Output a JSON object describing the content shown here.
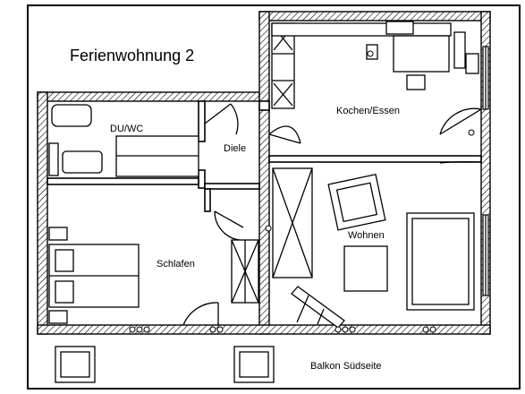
{
  "title": "Ferienwohnung 2",
  "rooms": {
    "bath": "DU/WC",
    "hall": "Diele",
    "kitchen": "Kochen/Essen",
    "living": "Wohnen",
    "bedroom": "Schlafen",
    "balcony": "Balkon Südseite"
  },
  "colors": {
    "ink": "#000000",
    "paper": "#ffffff"
  }
}
